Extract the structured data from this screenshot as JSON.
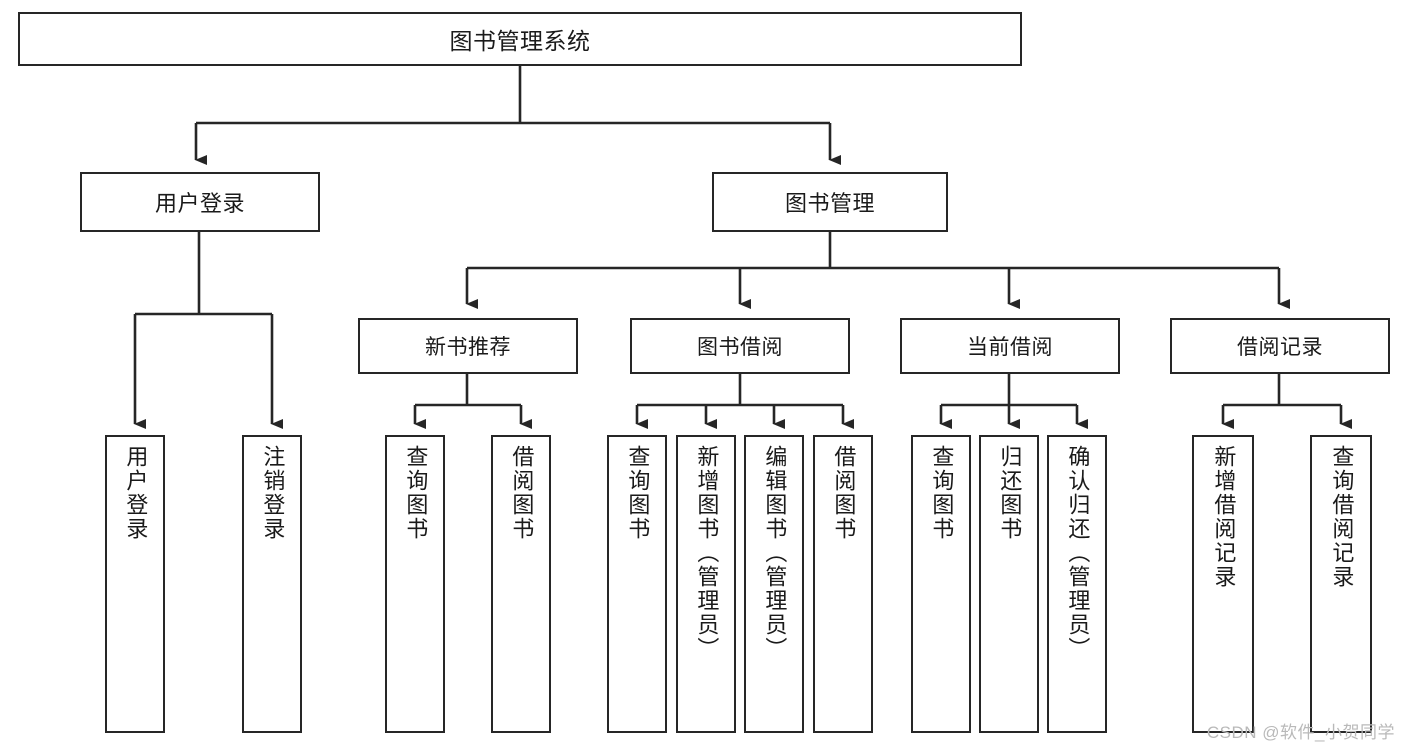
{
  "diagram": {
    "title": "图书管理系统",
    "type": "tree",
    "colors": {
      "stroke": "#262626",
      "fill": "#ffffff",
      "text": "#1a1a1a",
      "watermark": "#b9b9b9"
    },
    "root": {
      "label": "图书管理系统"
    },
    "level2": [
      {
        "label": "用户登录"
      },
      {
        "label": "图书管理"
      }
    ],
    "level3": [
      {
        "label": "新书推荐"
      },
      {
        "label": "图书借阅"
      },
      {
        "label": "当前借阅"
      },
      {
        "label": "借阅记录"
      }
    ],
    "leaves": [
      {
        "label": "用户登录",
        "parent": "用户登录"
      },
      {
        "label": "注销登录",
        "parent": "用户登录"
      },
      {
        "label": "查询图书",
        "parent": "新书推荐"
      },
      {
        "label": "借阅图书",
        "parent": "新书推荐"
      },
      {
        "label": "查询图书",
        "parent": "图书借阅"
      },
      {
        "label": "新增图书（管理员）",
        "parent": "图书借阅"
      },
      {
        "label": "编辑图书（管理员）",
        "parent": "图书借阅"
      },
      {
        "label": "借阅图书",
        "parent": "图书借阅"
      },
      {
        "label": "查询图书",
        "parent": "当前借阅"
      },
      {
        "label": "归还图书",
        "parent": "当前借阅"
      },
      {
        "label": "确认归还（管理员）",
        "parent": "当前借阅"
      },
      {
        "label": "新增借阅记录",
        "parent": "借阅记录"
      },
      {
        "label": "查询借阅记录",
        "parent": "借阅记录"
      }
    ]
  },
  "watermark": {
    "text": "CSDN @软件_小贺同学"
  }
}
